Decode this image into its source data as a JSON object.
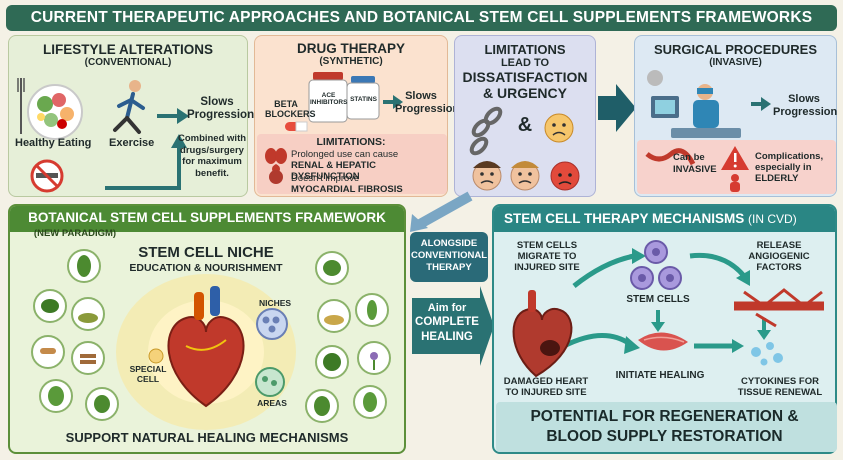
{
  "title": "CURRENT THERAPEUTIC APPROACHES AND BOTANICAL STEM CELL SUPPLEMENTS FRAMEWORKS",
  "lifestyle": {
    "heading": "LIFESTYLE ALTERATIONS",
    "subheading": "(CONVENTIONAL)",
    "eating_label": "Healthy Eating",
    "exercise_label": "Exercise",
    "outcome": "Slows Progression",
    "note": "Combined with drugs/surgery for maximum benefit."
  },
  "drug": {
    "heading": "DRUG THERAPY",
    "subheading": "(SYNTHETIC)",
    "beta_label": "BETA BLOCKERS",
    "ace_label": "ACE INHIBITORS",
    "statins_label": "STATINS",
    "outcome": "Slows Progression",
    "limitations_heading": "LIMITATIONS:",
    "limitation_1_line1": "Prolonged use can cause",
    "limitation_1_line2": "RENAL & HEPATIC DYSFUNCTION",
    "limitation_2_line1": "Doesn't improve",
    "limitation_2_line2": "MYOCARDIAL FIBROSIS"
  },
  "limitations": {
    "line1": "LIMITATIONS",
    "line2": "LEAD TO",
    "line3": "DISSATISFACTION",
    "line4": "& URGENCY",
    "ampersand": "&"
  },
  "surgery": {
    "heading": "SURGICAL PROCEDURES",
    "subheading": "(INVASIVE)",
    "outcome": "Slows Progression",
    "warn_1_line1": "Can be",
    "warn_1_line2": "INVASIVE",
    "warn_2_line1": "Complications,",
    "warn_2_line2": "especially in",
    "warn_2_line3": "ELDERLY"
  },
  "botanical": {
    "heading": "BOTANICAL STEM CELL SUPPLEMENTS FRAMEWORK",
    "subheading": "(NEW PARADIGM)",
    "niche_title": "STEM CELL NICHE",
    "niche_sub": "EDUCATION & NOURISHMENT",
    "niches_label": "NICHES",
    "special_label_1": "SPECIAL",
    "special_label_2": "CELL",
    "areas_label": "AREAS",
    "footer": "SUPPORT NATURAL HEALING MECHANISMS"
  },
  "connectors": {
    "alongside_line1": "ALONGSIDE",
    "alongside_line2": "CONVENTIONAL",
    "alongside_line3": "THERAPY",
    "aim_line1": "Aim for",
    "aim_line2": "COMPLETE",
    "aim_line3": "HEALING"
  },
  "stem": {
    "heading": "STEM CELL THERAPY MECHANISMS",
    "heading_suffix": "(IN CVD)",
    "migrate_line1": "STEM CELLS",
    "migrate_line2": "MIGRATE TO",
    "migrate_line3": "INJURED SITE",
    "cells_label": "STEM CELLS",
    "release_line1": "RELEASE",
    "release_line2": "ANGIOGENIC",
    "release_line3": "FACTORS",
    "damaged_line1": "DAMAGED HEART",
    "damaged_line2": "TO INJURED SITE",
    "initiate_label": "INITIATE HEALING",
    "cytokines_line1": "CYTOKINES FOR",
    "cytokines_line2": "TISSUE RENEWAL",
    "potential_line1": "POTENTIAL FOR REGENERATION &",
    "potential_line2": "BLOOD SUPPLY RESTORATION"
  },
  "colors": {
    "banner": "#2f6a55",
    "botanical_accent": "#4d8a34",
    "stem_accent": "#2a8684",
    "warning_red": "#d63b30",
    "arrow_teal": "#2a7273"
  }
}
